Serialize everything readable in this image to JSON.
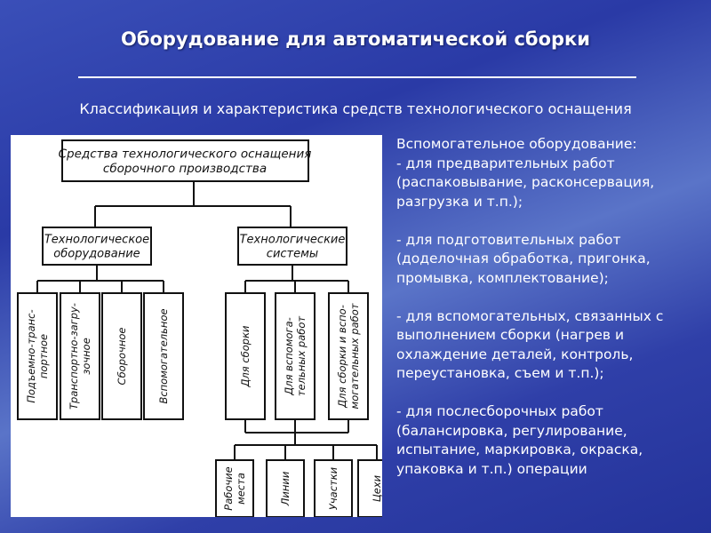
{
  "slide": {
    "title": "Оборудование для автоматической сборки",
    "subtitle": "Классификация и характеристика средств технологического оснащения"
  },
  "diagram": {
    "root": [
      "Средства технологического оснащения",
      "сборочного производства"
    ],
    "branches": [
      {
        "label": [
          "Технологическое",
          "оборудование"
        ],
        "children": [
          [
            "Подъемно-транс-",
            "портное"
          ],
          [
            "Транспортно-загру-",
            "зочное"
          ],
          [
            "Сборочное"
          ],
          [
            "Вспомогательное"
          ]
        ]
      },
      {
        "label": [
          "Технологические",
          "системы"
        ],
        "children": [
          [
            "Для сборки"
          ],
          [
            "Для вспомога-",
            "тельных работ"
          ],
          [
            "Для сборки и вспо-",
            "могательных работ"
          ]
        ]
      }
    ],
    "bottom": [
      [
        "Рабочие",
        "места"
      ],
      [
        "Линии"
      ],
      [
        "Участки"
      ],
      [
        "Цехи"
      ]
    ]
  },
  "sidebar": {
    "heading": "Вспомогательное оборудование:",
    "items": [
      "- для предварительных работ (распаковывание, расконсервация, разгрузка и т.п.);",
      "- для подготовительных работ (доделочная обработка, пригонка, промывка, комплектование);",
      "- для вспомогательных, связанных с выполнением сборки (нагрев и охлаждение деталей, контроль, переустановка, съем и т.п.);",
      "- для послесборочных работ (балансировка, регулирование, испытание, маркировка, окраска, упаковка и т.п.) операции"
    ]
  }
}
